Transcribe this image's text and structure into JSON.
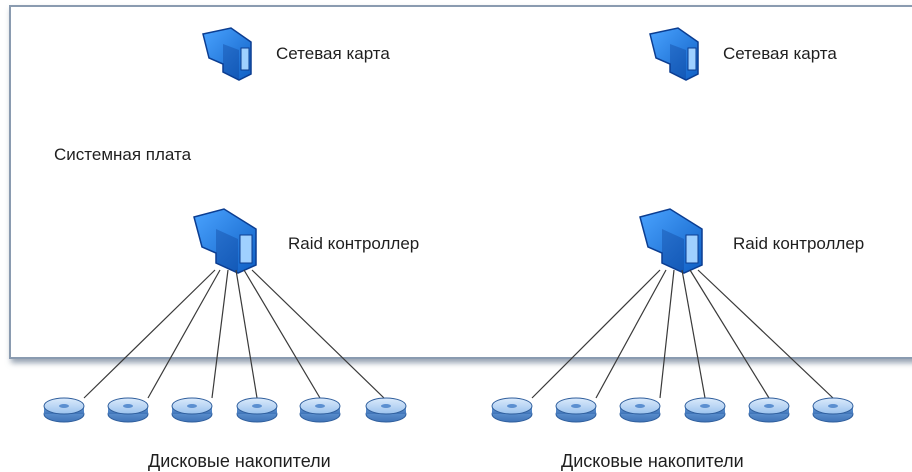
{
  "board": {
    "label": "Системная плата"
  },
  "groups": [
    {
      "network_card": {
        "label": "Сетевая карта",
        "icon": "network-card-icon"
      },
      "raid": {
        "label": "Raid контроллер",
        "icon": "raid-controller-icon"
      },
      "disks": {
        "label": "Дисковые накопители",
        "count": 6,
        "icon": "disk-icon"
      }
    },
    {
      "network_card": {
        "label": "Сетевая карта",
        "icon": "network-card-icon"
      },
      "raid": {
        "label": "Raid контроллер",
        "icon": "raid-controller-icon"
      },
      "disks": {
        "label": "Дисковые накопители",
        "count": 6,
        "icon": "disk-icon"
      }
    }
  ],
  "colors": {
    "card_blue": "#1a73d9",
    "card_dark": "#0b3d91",
    "disk_light": "#b9d6f2",
    "disk_mid": "#7fb0e3",
    "disk_edge": "#2f5e9c",
    "board_border": "#8a9bb0"
  }
}
